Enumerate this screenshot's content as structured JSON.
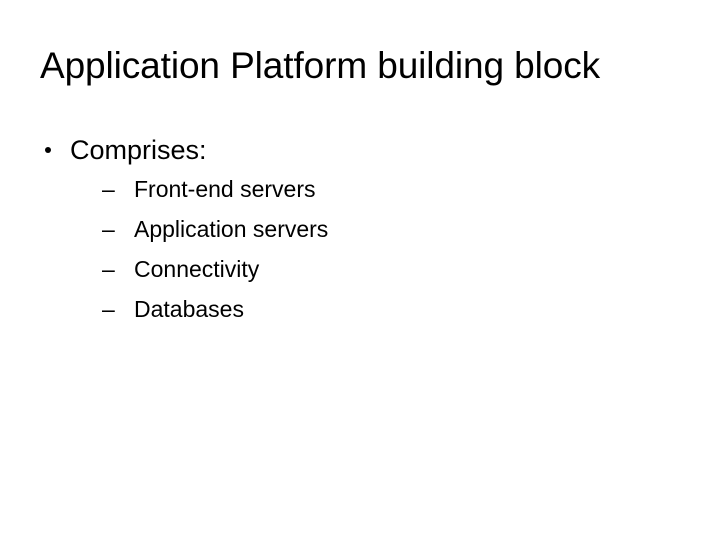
{
  "slide": {
    "title": "Application Platform building block",
    "background_color": "#ffffff",
    "text_color": "#000000",
    "bullets": [
      {
        "marker": "•",
        "text": "Comprises:",
        "children": [
          {
            "marker": "–",
            "text": "Front-end servers"
          },
          {
            "marker": "–",
            "text": "Application servers"
          },
          {
            "marker": "–",
            "text": "Connectivity"
          },
          {
            "marker": "–",
            "text": "Databases"
          }
        ]
      }
    ]
  }
}
